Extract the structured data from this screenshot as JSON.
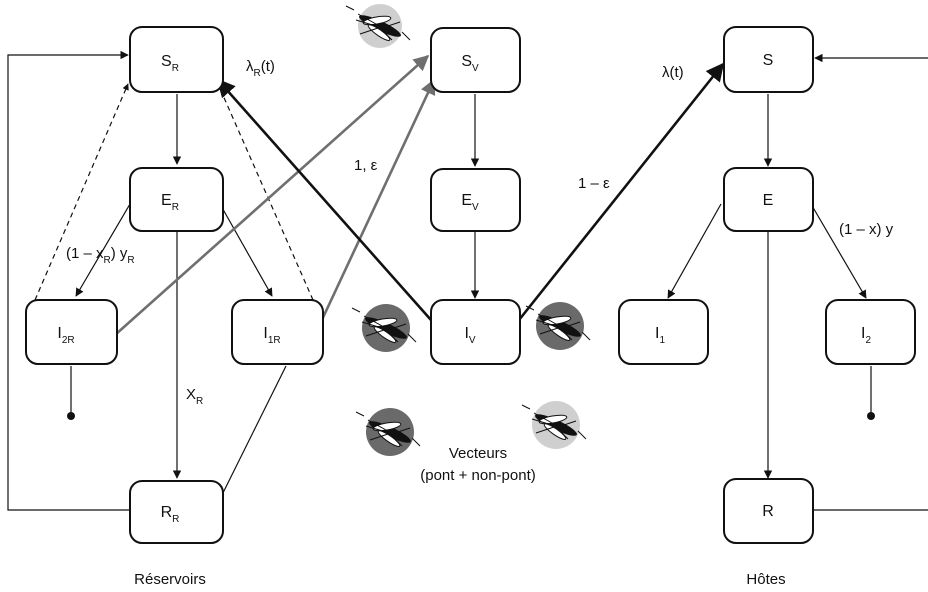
{
  "nodes": {
    "SR": {
      "main": "S",
      "sub": "R"
    },
    "ER": {
      "main": "E",
      "sub": "R"
    },
    "I2R": {
      "main": "I",
      "sub": "2R"
    },
    "I1R": {
      "main": "I",
      "sub": "1R"
    },
    "RR": {
      "main": "R",
      "sub": "R"
    },
    "SV": {
      "main": "S",
      "sub": "V"
    },
    "EV": {
      "main": "E",
      "sub": "V"
    },
    "IV": {
      "main": "I",
      "sub": "V"
    },
    "S": {
      "main": "S",
      "sub": ""
    },
    "E": {
      "main": "E",
      "sub": ""
    },
    "I1": {
      "main": "I",
      "sub": "1"
    },
    "I2": {
      "main": "I",
      "sub": "2"
    },
    "R": {
      "main": "R",
      "sub": ""
    }
  },
  "labels": {
    "lambdaR": {
      "a": "λ",
      "sub": "R",
      "b": "(t)"
    },
    "lambda": "λ(t)",
    "one_eps": "1, ε",
    "one_minus_eps": "1 – ε",
    "xR_yR": {
      "a": "(1 – x",
      "sub1": "R",
      "b": ") y",
      "sub2": "R"
    },
    "XR": {
      "a": "X",
      "sub": "R"
    },
    "x_y": "(1 – x) y"
  },
  "captions": {
    "reservoirs": "Réservoirs",
    "hosts": "Hôtes",
    "vectors_line1": "Vecteurs",
    "vectors_line2": "(pont + non-pont)"
  },
  "colors": {
    "line": "#111111",
    "bridge_line": "#6f6f6f",
    "mosquito_light": "#cfcfcf",
    "mosquito_dark": "#6a6a6a"
  },
  "icons": [
    "mosquito-light-icon",
    "mosquito-dark-icon"
  ]
}
